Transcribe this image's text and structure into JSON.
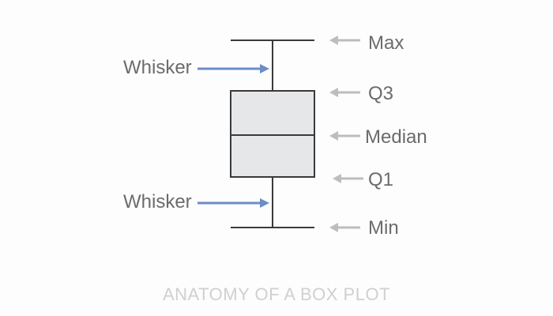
{
  "colors": {
    "plot_stroke": "#3a3a3a",
    "box_fill": "#e6e7e9",
    "grey_arrow": "#bdbdbd",
    "blue_arrow": "#6b8dc9",
    "label_text": "#6b6b6b",
    "footer_text": "#d0d0d0"
  },
  "labels": {
    "max": "Max",
    "q3": "Q3",
    "median": "Median",
    "q1": "Q1",
    "min": "Min",
    "whisker_upper": "Whisker",
    "whisker_lower": "Whisker"
  },
  "footer": {
    "title": "ANATOMY OF A BOX PLOT"
  }
}
